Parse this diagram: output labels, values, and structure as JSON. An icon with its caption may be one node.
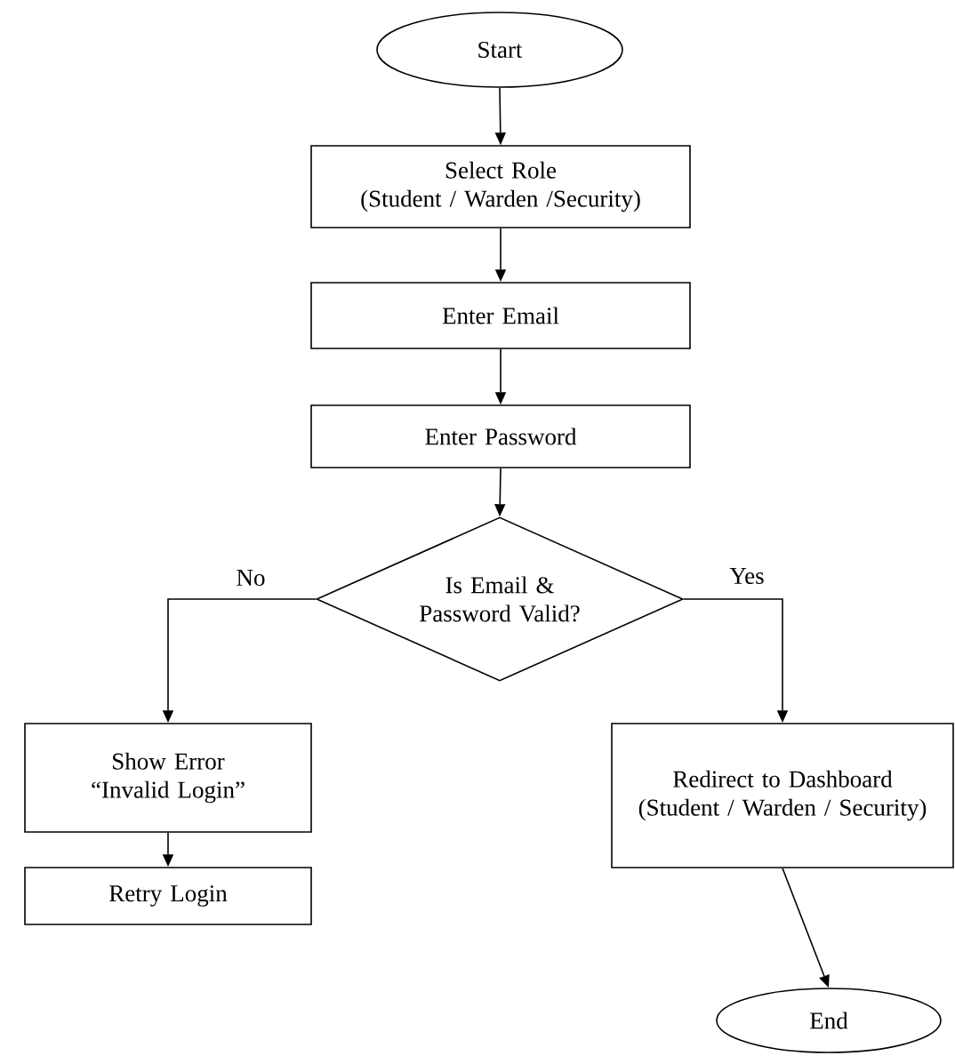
{
  "diagram": {
    "nodes": [
      {
        "text": [
          "Start"
        ]
      },
      {
        "text": [
          "Select Role",
          "(Student / Warden /Security)"
        ]
      },
      {
        "text": [
          "Enter Email"
        ]
      },
      {
        "text": [
          "Enter Password"
        ]
      },
      {
        "text": [
          "Is Email & Password Valid?"
        ]
      },
      {
        "text": [
          "Show Error",
          "“Invalid Login”"
        ]
      },
      {
        "text": [
          "Retry Login"
        ]
      },
      {
        "text": [
          "Redirect to Dashboard",
          "(Student / Warden / Security)"
        ]
      },
      {
        "text": [
          "End"
        ]
      }
    ],
    "edges": [
      {
        "from": 0,
        "to": 1,
        "arrow": "to"
      },
      {
        "from": 1,
        "to": 2,
        "arrow": "to"
      },
      {
        "from": 2,
        "to": 3,
        "arrow": "to"
      },
      {
        "from": 3,
        "to": 4,
        "arrow": "to"
      },
      {
        "from": 4,
        "to": 5,
        "arrow": "to",
        "label": "No"
      },
      {
        "from": 4,
        "to": 7,
        "arrow": "to",
        "label": "Yes"
      },
      {
        "from": 5,
        "to": 6,
        "arrow": "to"
      },
      {
        "from": 7,
        "to": 8,
        "arrow": "to"
      }
    ]
  }
}
